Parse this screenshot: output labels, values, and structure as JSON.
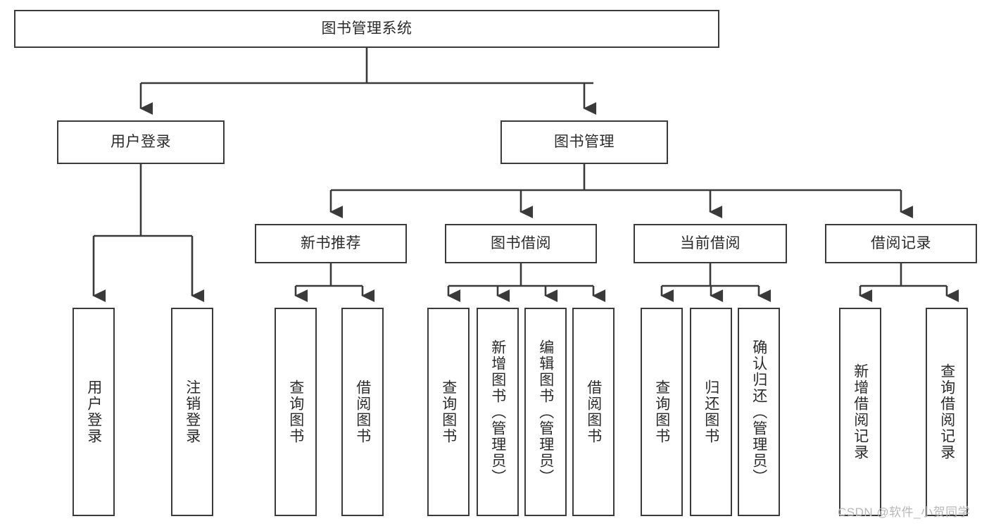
{
  "diagram": {
    "title": "图书管理系统",
    "type": "hierarchy-tree",
    "root": {
      "id": "root",
      "label": "图书管理系统"
    },
    "level1": [
      {
        "id": "login",
        "label": "用户登录"
      },
      {
        "id": "bookmgmt",
        "label": "图书管理"
      }
    ],
    "level2": [
      {
        "id": "newbook",
        "label": "新书推荐",
        "parent": "bookmgmt"
      },
      {
        "id": "borrow",
        "label": "图书借阅",
        "parent": "bookmgmt"
      },
      {
        "id": "current",
        "label": "当前借阅",
        "parent": "bookmgmt"
      },
      {
        "id": "record",
        "label": "借阅记录",
        "parent": "bookmgmt"
      }
    ],
    "leaves": [
      {
        "id": "userlogin",
        "label": "用户登录",
        "parent": "login"
      },
      {
        "id": "logout",
        "label": "注销登录",
        "parent": "login"
      },
      {
        "id": "qbook1",
        "label": "查询图书",
        "parent": "newbook"
      },
      {
        "id": "bbook1",
        "label": "借阅图书",
        "parent": "newbook"
      },
      {
        "id": "qbook2",
        "label": "查询图书",
        "parent": "borrow"
      },
      {
        "id": "addbook",
        "label": "新增图书（管理员）",
        "parent": "borrow"
      },
      {
        "id": "editbook",
        "label": "编辑图书（管理员）",
        "parent": "borrow"
      },
      {
        "id": "bbook2",
        "label": "借阅图书",
        "parent": "borrow"
      },
      {
        "id": "qbook3",
        "label": "查询图书",
        "parent": "current"
      },
      {
        "id": "returnbk",
        "label": "归还图书",
        "parent": "current"
      },
      {
        "id": "confirm",
        "label": "确认归还（管理员）",
        "parent": "current"
      },
      {
        "id": "addrec",
        "label": "新增借阅记录",
        "parent": "record"
      },
      {
        "id": "qryrec",
        "label": "查询借阅记录",
        "parent": "record"
      }
    ],
    "colors": {
      "stroke": "#3a3a3a",
      "box_fill": "#ffffff",
      "text": "#2b2b2b",
      "background": "#ffffff",
      "watermark": "#b8b8b8"
    }
  },
  "watermark": {
    "text": "CSDN @软件_小贺同学"
  }
}
